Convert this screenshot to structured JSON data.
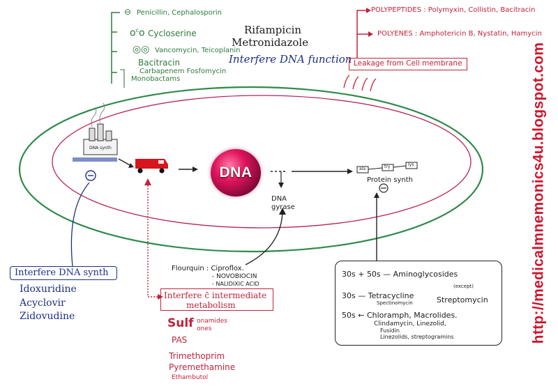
{
  "center": {
    "dna": "DNA"
  },
  "cell_wall": {
    "items": [
      "Penicillin, Cephalosporin",
      "Cycloserine",
      "Vancomycin, Teicoplanin",
      "Bacitracin",
      "Carbapenem  Fosfomycin",
      "Monobactams"
    ],
    "minus_sign": "⊖"
  },
  "dna_function": {
    "drugs_line1": "Rifampicin",
    "drugs_line2": "Metronidazole",
    "label": "Interfere DNA function"
  },
  "membrane": {
    "polypeptides": "POLYPEPTIDES : Polymyxin, Collistin, Bacitracin",
    "polyenes": "POLYENES : Amphotericin B, Nystatin, Hamycin",
    "label": "Leakage from Cell membrane"
  },
  "dna_synth": {
    "label": "Interfere DNA synth",
    "drugs": [
      "Idoxuridine",
      "Acyclovir",
      "Zidovudine"
    ],
    "factory_label": "DNA synth"
  },
  "gyrase": {
    "label": "DNA gyrase",
    "drug_line1": "Flourquin : Ciproflox.",
    "drug_line2": "- NOVOBIOCIN",
    "drug_line3": "- NALIDIXIC ACID"
  },
  "metabolism": {
    "label_line1": "Interfere c̄ intermediate",
    "label_line2": "metabolism",
    "sulf_main": "Sulf",
    "sulf_sub1": "onamides",
    "sulf_sub2": "ones",
    "drugs": [
      "PAS",
      "Trimethoprim",
      "Pyremethamine",
      "Ethambutol"
    ]
  },
  "protein": {
    "label": "Protein synth",
    "chain": [
      "ala",
      "try",
      "lys"
    ],
    "lines": [
      "30s + 50s — Aminoglycosides",
      "(except)",
      "30s — Tetracycline",
      "Streptomycin",
      "Spectinomycin",
      "50s ← Chloramph, Macrolides.",
      "Clindamycin, Linezolid,",
      "Fusidin",
      "Linezolids, streptogramins"
    ]
  },
  "watermark": "http://medicalmnemonics4u.blogspot.com",
  "colors": {
    "membrane_outer": "#2f8a4a",
    "membrane_inner": "#b8245a",
    "accent_red": "#c0233a",
    "accent_green": "#2f7a3c",
    "accent_blue": "#1d2f86"
  },
  "icons": [
    "factory-icon",
    "truck-icon",
    "dna-sphere-icon",
    "minus-circle-icon",
    "arrow-icon"
  ]
}
